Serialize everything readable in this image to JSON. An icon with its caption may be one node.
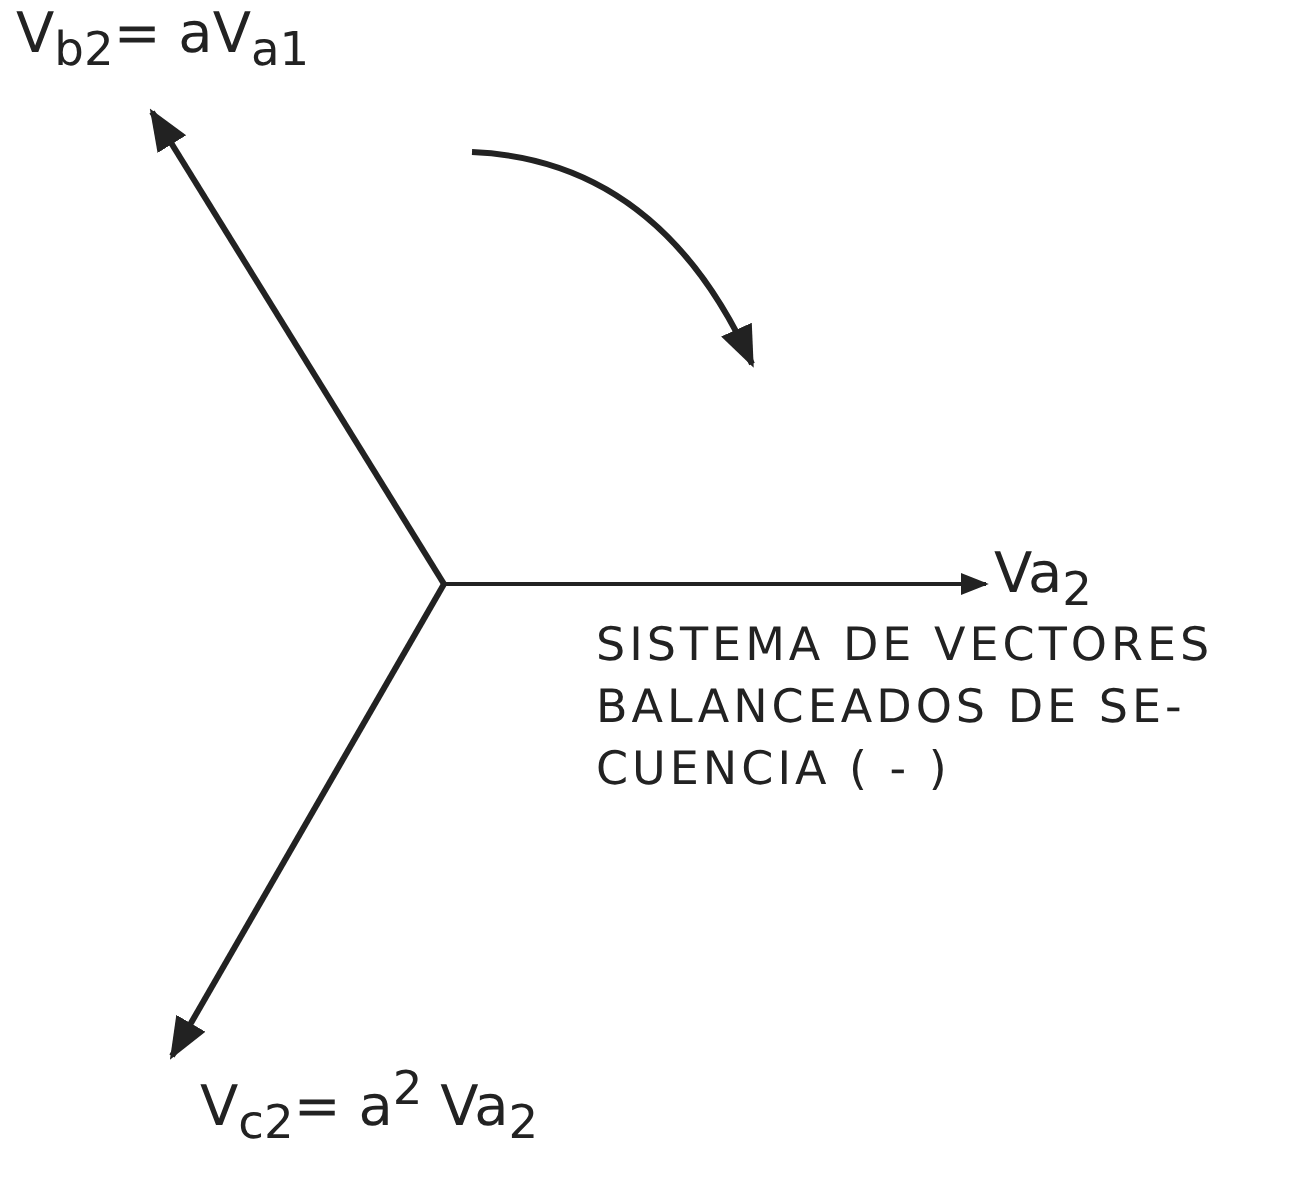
{
  "diagram": {
    "nodes": [
      {
        "text": [
          "V$_{b2}$= aV$_{a1}$"
        ]
      },
      {
        "text": [
          "Va$_{2}$"
        ]
      },
      {
        "text": [
          "V$_{c2}$= a$^{2}$ Va$_{2}$"
        ]
      }
    ],
    "edges": [
      {
        "from": null,
        "to": 0,
        "arrow": "to"
      },
      {
        "from": null,
        "to": 1,
        "arrow": "to"
      },
      {
        "from": null,
        "to": 2,
        "arrow": "to"
      }
    ],
    "labels": [
      "SISTEMA DE VECTORES BALANCEADOS DE SE- CUENCIA ( - )"
    ]
  }
}
